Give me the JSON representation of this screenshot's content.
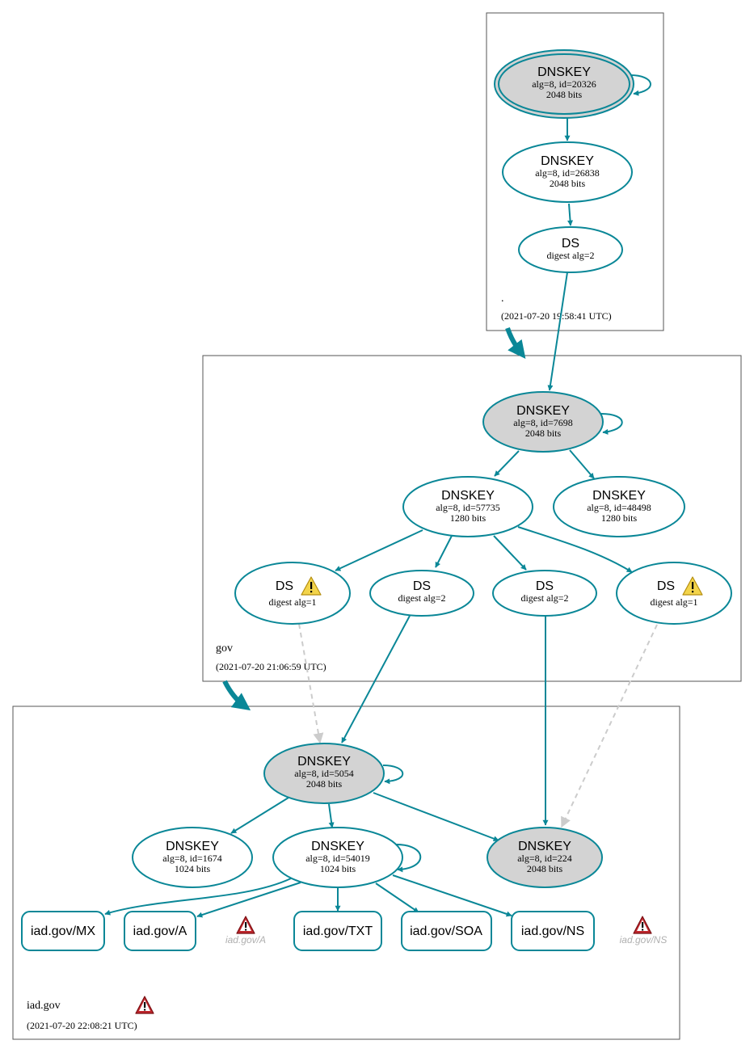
{
  "colors": {
    "edge": "#0a8797",
    "sep_fill": "#d3d3d3",
    "dashed_edge": "#cccccc",
    "warning_yellow": "#f3d44b",
    "error_red": "#c0262c"
  },
  "zones": {
    "root": {
      "name": ".",
      "timestamp": "(2021-07-20 19:58:41 UTC)"
    },
    "gov": {
      "name": "gov",
      "timestamp": "(2021-07-20 21:06:59 UTC)"
    },
    "iad": {
      "name": "iad.gov",
      "timestamp": "(2021-07-20 22:08:21 UTC)",
      "status_icon": "error-icon"
    }
  },
  "nodes": {
    "root_ksk": {
      "title": "DNSKEY",
      "line1": "alg=8, id=20326",
      "line2": "2048 bits"
    },
    "root_zsk": {
      "title": "DNSKEY",
      "line1": "alg=8, id=26838",
      "line2": "2048 bits"
    },
    "root_ds": {
      "title": "DS",
      "line1": "digest alg=2"
    },
    "gov_ksk": {
      "title": "DNSKEY",
      "line1": "alg=8, id=7698",
      "line2": "2048 bits"
    },
    "gov_zsk1": {
      "title": "DNSKEY",
      "line1": "alg=8, id=57735",
      "line2": "1280 bits"
    },
    "gov_zsk2": {
      "title": "DNSKEY",
      "line1": "alg=8, id=48498",
      "line2": "1280 bits"
    },
    "gov_ds1": {
      "title": "DS",
      "line1": "digest alg=1",
      "icon": "warning-icon"
    },
    "gov_ds2": {
      "title": "DS",
      "line1": "digest alg=2"
    },
    "gov_ds3": {
      "title": "DS",
      "line1": "digest alg=2"
    },
    "gov_ds4": {
      "title": "DS",
      "line1": "digest alg=1",
      "icon": "warning-icon"
    },
    "iad_ksk": {
      "title": "DNSKEY",
      "line1": "alg=8, id=5054",
      "line2": "2048 bits"
    },
    "iad_k1674": {
      "title": "DNSKEY",
      "line1": "alg=8, id=1674",
      "line2": "1024 bits"
    },
    "iad_zsk": {
      "title": "DNSKEY",
      "line1": "alg=8, id=54019",
      "line2": "1024 bits"
    },
    "iad_k224": {
      "title": "DNSKEY",
      "line1": "alg=8, id=224",
      "line2": "2048 bits"
    }
  },
  "rrsets": {
    "mx": "iad.gov/MX",
    "a": "iad.gov/A",
    "txt": "iad.gov/TXT",
    "soa": "iad.gov/SOA",
    "ns": "iad.gov/NS"
  },
  "errors": {
    "a": {
      "label": "iad.gov/A",
      "icon": "error-icon"
    },
    "ns": {
      "label": "iad.gov/NS",
      "icon": "error-icon"
    }
  }
}
